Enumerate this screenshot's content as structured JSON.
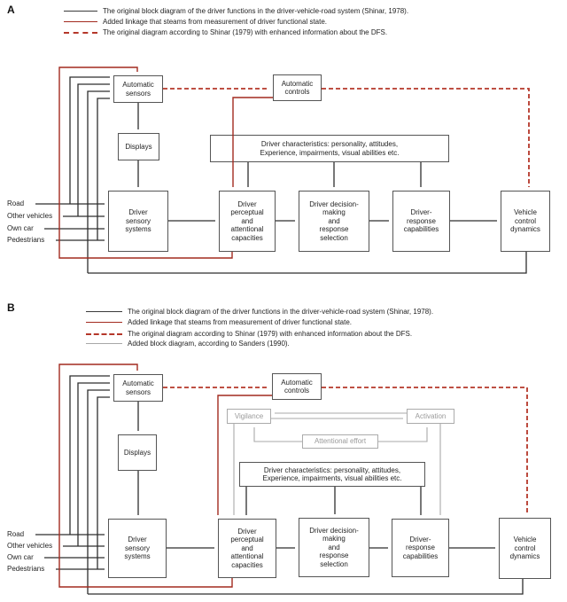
{
  "colors": {
    "line_black": "#2e2e2e",
    "line_red_solid": "#a22a1f",
    "line_red_dashed": "#b5372a",
    "line_gray_sanders": "#a8a8a8",
    "box_border": "#555555",
    "gray_box_border": "#ababab"
  },
  "panel_a": {
    "label": "A",
    "legend": [
      {
        "style": "black-solid",
        "text": "The original block diagram of the driver functions in the driver-vehicle-road system (Shinar, 1978)."
      },
      {
        "style": "red-solid",
        "text": "Added linkage that steams from measurement of driver functional state."
      },
      {
        "style": "red-dashed",
        "text": "The original diagram according to Shinar (1979) with enhanced information about the DFS."
      }
    ],
    "inputs": [
      "Road",
      "Other vehicles",
      "Own car",
      "Pedestrians"
    ],
    "boxes": {
      "automatic_sensors": "Automatic\nsensors",
      "automatic_controls": "Automatic\ncontrols",
      "displays": "Displays",
      "driver_characteristics": "Driver characteristics: personality, attitudes,\nExperience, impairments, visual abilities etc.",
      "driver_sensory_systems": "Driver\nsensory\nsystems",
      "driver_perceptual": "Driver\nperceptual\nand\nattentional\ncapacities",
      "driver_decision": "Driver decision-\nmaking\nand\nresponse\nselection",
      "driver_response": "Driver-\nresponse\ncapabilities",
      "vehicle_control": "Vehicle\ncontrol\ndynamics"
    }
  },
  "panel_b": {
    "label": "B",
    "legend": [
      {
        "style": "black-solid",
        "text": "The original block diagram of the driver functions in the driver-vehicle-road system (Shinar, 1978)."
      },
      {
        "style": "red-solid",
        "text": "Added linkage that steams from measurement of driver functional state."
      },
      {
        "style": "red-dashed",
        "text": "The original diagram according to Shinar (1979) with enhanced information about the DFS."
      },
      {
        "style": "gray-solid",
        "text": "Added block diagram, according to Sanders (1990)."
      }
    ],
    "inputs": [
      "Road",
      "Other vehicles",
      "Own car",
      "Pedestrians"
    ],
    "boxes": {
      "automatic_sensors": "Automatic\nsensors",
      "automatic_controls": "Automatic\ncontrols",
      "vigilance": "Vigilance",
      "activation": "Activation",
      "attentional_effort": "Attentional effort",
      "displays": "Displays",
      "driver_characteristics": "Driver characteristics: personality, attitudes,\nExperience, impairments, visual abilities etc.",
      "driver_sensory_systems": "Driver\nsensory\nsystems",
      "driver_perceptual": "Driver\nperceptual\nand\nattentional\ncapacities",
      "driver_decision": "Driver decision-\nmaking\nand\nresponse\nselection",
      "driver_response": "Driver-\nresponse\ncapabilities",
      "vehicle_control": "Vehicle\ncontrol\ndynamics"
    }
  }
}
